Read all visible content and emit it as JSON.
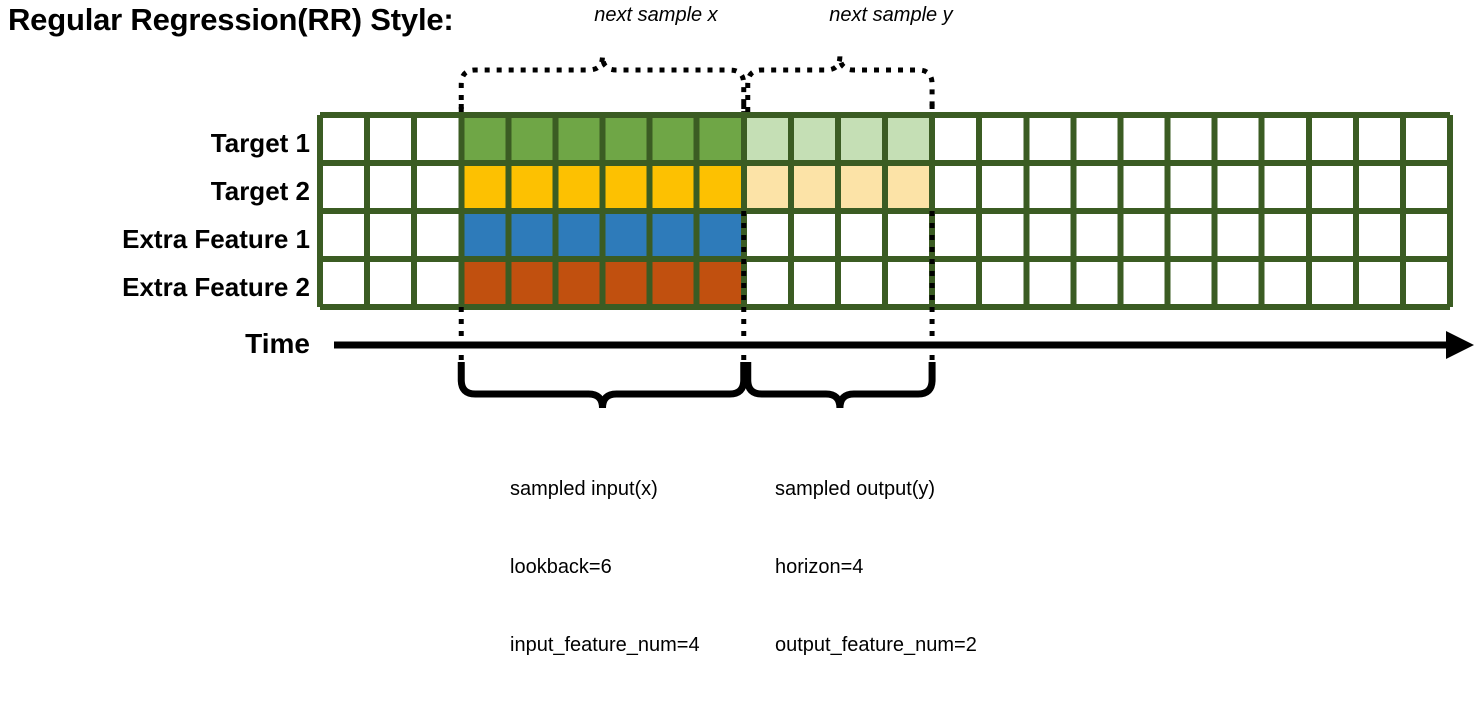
{
  "title": "Regular Regression(RR) Style:",
  "axis": {
    "time_label": "Time",
    "arrow": "right-arrow"
  },
  "rows": [
    {
      "label": "Target 1",
      "key": "target-1",
      "fill": "#6FA646",
      "light_fill": "#C5DFB5",
      "has_output": true
    },
    {
      "label": "Target 2",
      "key": "target-2",
      "fill": "#FDC101",
      "light_fill": "#FCE3A7",
      "has_output": true
    },
    {
      "label": "Extra Feature 1",
      "key": "extra-feature-1",
      "fill": "#2E7BBA",
      "light_fill": "#FFFFFF",
      "has_output": false
    },
    {
      "label": "Extra Feature 2",
      "key": "extra-feature-2",
      "fill": "#C1500F",
      "light_fill": "#FFFFFF",
      "has_output": false
    }
  ],
  "grid": {
    "total_columns": 24,
    "leading_blank_columns": 3,
    "input_columns": 6,
    "output_columns": 4,
    "trailing_blank_columns": 11,
    "border_color": "#3B5C23",
    "cell_color": "#FFFFFF"
  },
  "top_braces": [
    {
      "key": "next-sample-x",
      "label": "next sample x"
    },
    {
      "key": "next-sample-y",
      "label": "next sample y"
    }
  ],
  "bottom_braces": [
    {
      "key": "sampled-input",
      "lines": [
        "sampled input(x)",
        "lookback=6",
        "input_feature_num=4"
      ]
    },
    {
      "key": "sampled-output",
      "lines": [
        "sampled output(y)",
        "horizon=4",
        "output_feature_num=2"
      ]
    }
  ]
}
